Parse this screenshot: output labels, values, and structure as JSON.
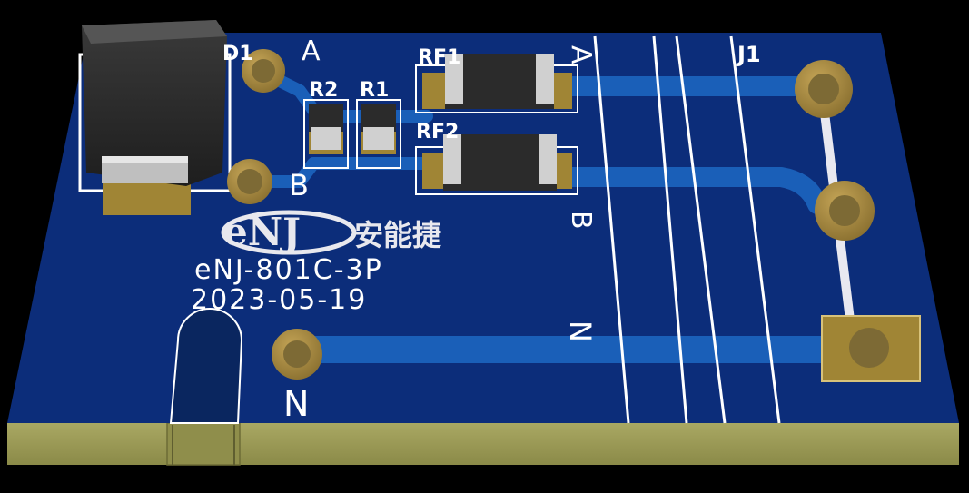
{
  "board": {
    "colors": {
      "background": "#000000",
      "solder_mask": "#0c2d7a",
      "trace": "#1a5fb8",
      "board_edge": "#9b9a56",
      "pad_gold": "#a08535",
      "silkscreen": "#ffffff",
      "component_body": "#2b2b2b"
    },
    "logo": {
      "mark": "eNJ",
      "text": "安能捷"
    },
    "part_number": "eNJ-801C-3P",
    "date": "2023-05-19",
    "designators": {
      "d1": "D1",
      "r1": "R1",
      "r2": "R2",
      "rf1": "RF1",
      "rf2": "RF2",
      "j1": "J1"
    },
    "pins_left": {
      "a": "A",
      "b": "B",
      "n": "N"
    },
    "pins_right": {
      "a": "A",
      "b": "B",
      "n": "N"
    }
  }
}
